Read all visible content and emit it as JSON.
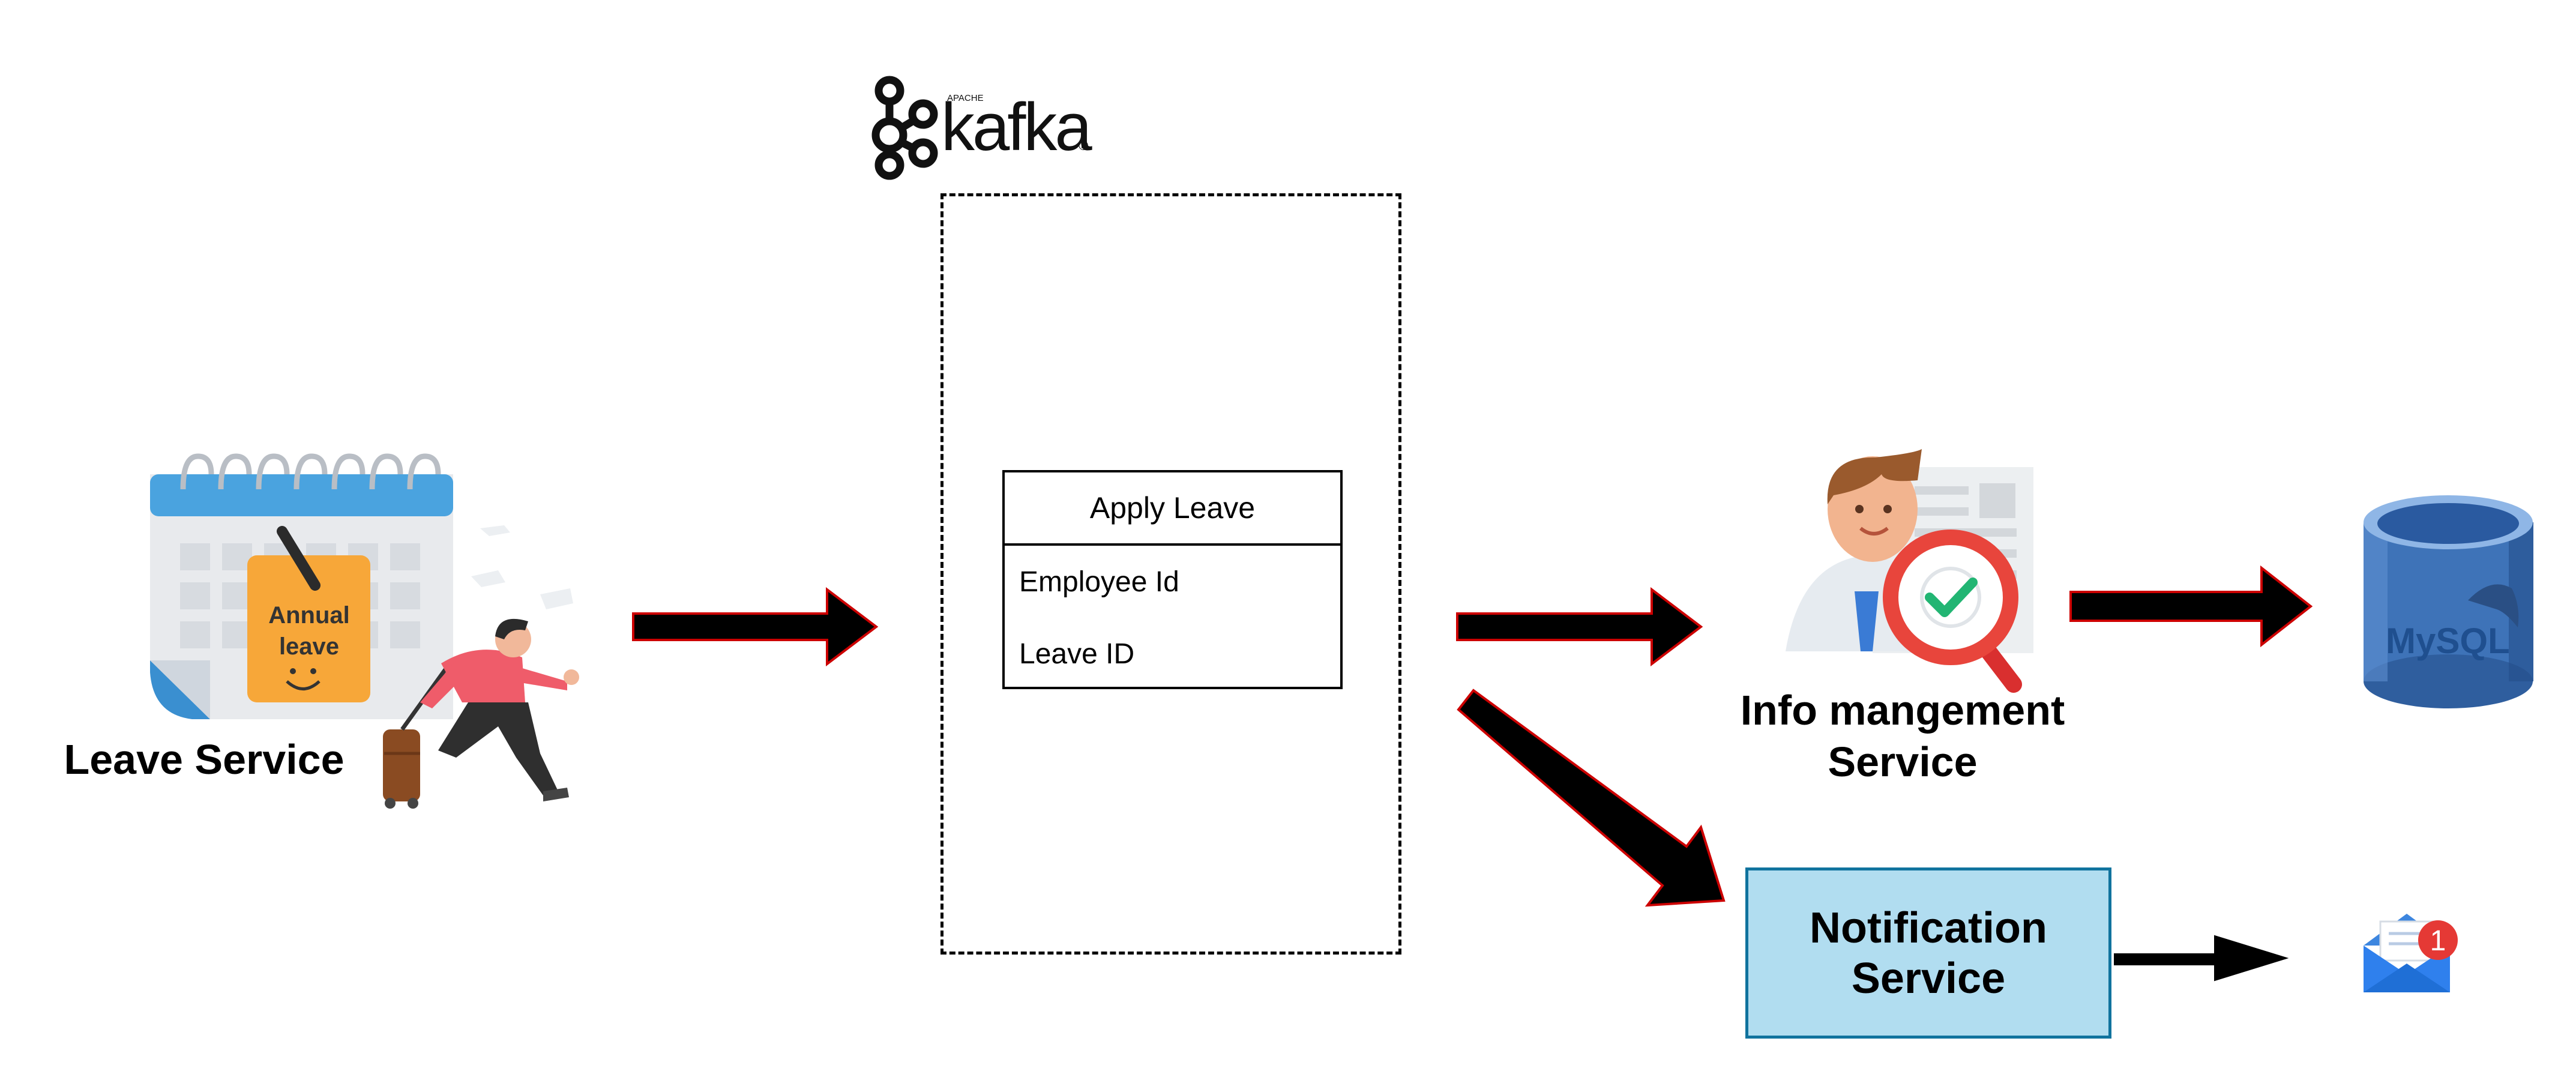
{
  "leave_service": {
    "label": "Leave Service",
    "note_line1": "Annual",
    "note_line2": "leave"
  },
  "kafka": {
    "logo_small": "APACHE",
    "logo_text": "kafka",
    "registered_mark": "®"
  },
  "topic": {
    "title": "Apply Leave",
    "fields": [
      "Employee Id",
      "Leave ID"
    ]
  },
  "info_service": {
    "label_line1": "Info mangement",
    "label_line2": "Service"
  },
  "notification_service": {
    "label": "Notification\nService"
  },
  "database": {
    "logo_text": "MySQL"
  },
  "email": {
    "badge_count": "1"
  },
  "colors": {
    "notification_fill": "#b1ddf0",
    "notification_border": "#10739e",
    "arrow_border": "#cc0000"
  }
}
